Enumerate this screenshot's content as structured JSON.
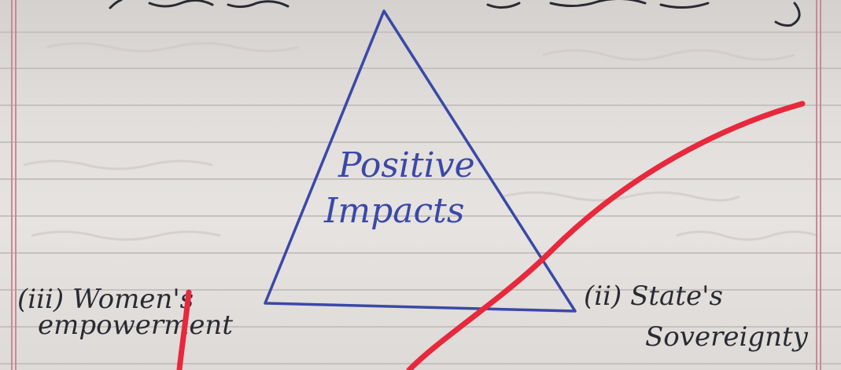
{
  "diagram": {
    "center_text_line1": "Positive",
    "center_text_line2": "Impacts",
    "left_label_line1": "(iii) Women's",
    "left_label_line2": "empowerment",
    "right_label_line1": "(ii) State's",
    "right_label_line2": "Sovereignty"
  },
  "colors": {
    "paper": "#e2dfdc",
    "rule_line": "#c5c1be",
    "margin_line": "#c98a94",
    "pen_blue": "#3b48a8",
    "pen_black": "#2a2a32",
    "red_mark": "#e8283c"
  }
}
